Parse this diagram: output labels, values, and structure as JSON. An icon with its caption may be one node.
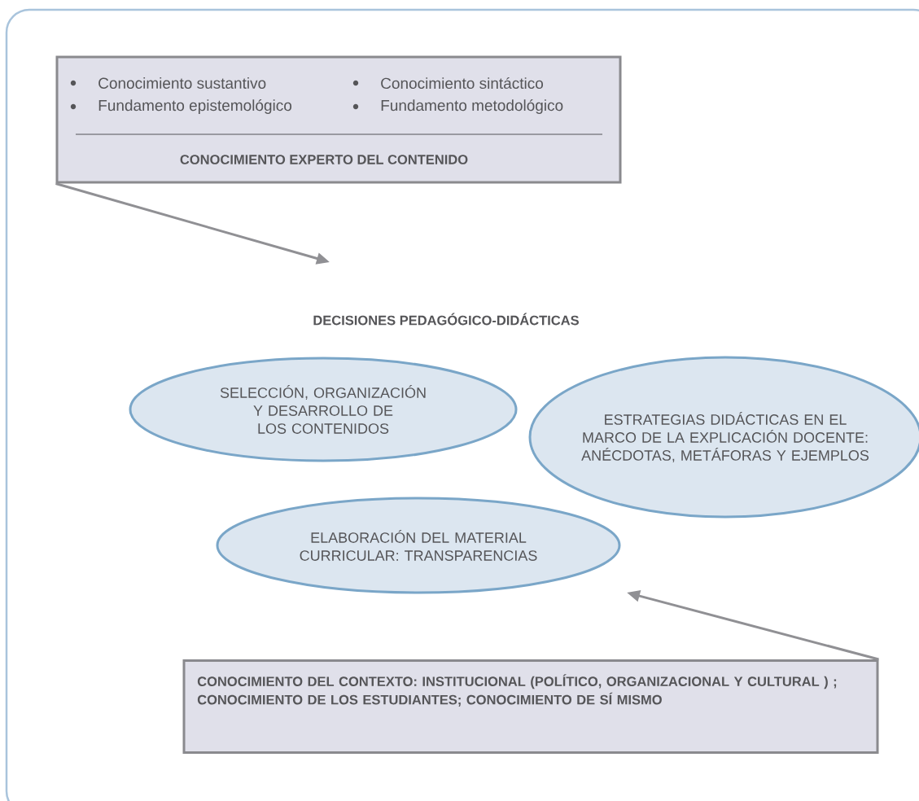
{
  "diagram": {
    "nodes": [
      {
        "text": [
          "Conocimiento sustantivo",
          "Conocimiento sintáctico",
          "Fundamento epistemológico",
          "Fundamento metodológico",
          "CONOCIMIENTO EXPERTO DEL CONTENIDO"
        ]
      },
      {
        "text": [
          "SELECCIÓN, ORGANIZACIÓN Y DESARROLLO DE LOS CONTENIDOS"
        ]
      },
      {
        "text": [
          "ESTRATEGIAS DIDÁCTICAS EN EL MARCO DE LA EXPLICACIÓN DOCENTE: ANÉCDOTAS, METÁFORAS Y EJEMPLOS"
        ]
      },
      {
        "text": [
          "ELABORACIÓN DEL MATERIAL CURRICULAR: TRANSPARENCIAS"
        ]
      },
      {
        "text": [
          "CONOCIMIENTO DEL CONTEXTO: INSTITUCIONAL (POLÍTICO, ORGANIZACIONAL Y CULTURAL ) ; CONOCIMIENTO DE LOS ESTUDIANTES; CONOCIMIENTO DE SÍ MISMO"
        ]
      }
    ],
    "edges": [
      {
        "from": 0,
        "to": null,
        "arrow": "to"
      },
      {
        "from": 4,
        "to": null,
        "arrow": "to"
      }
    ],
    "labels": [
      "DECISIONES PEDAGÓGICO-DIDÁCTICAS"
    ]
  }
}
